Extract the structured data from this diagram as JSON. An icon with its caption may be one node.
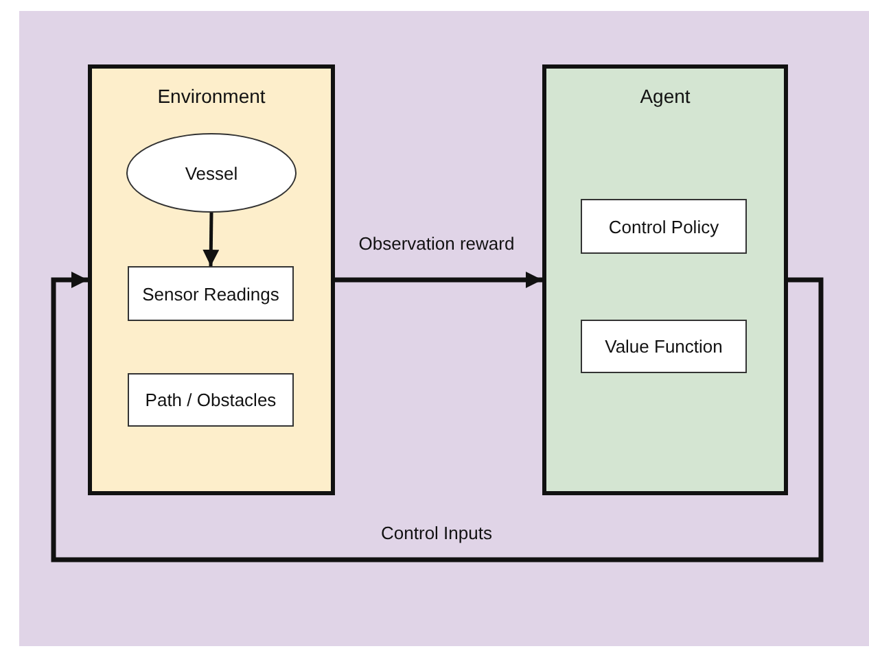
{
  "diagram": {
    "nodes": [
      {
        "text": [
          "Environment"
        ]
      },
      {
        "text": [
          "Vessel"
        ],
        "in": 0
      },
      {
        "text": [
          "Sensor Readings"
        ],
        "in": 0
      },
      {
        "text": [
          "Path / Obstacles"
        ],
        "in": 0
      },
      {
        "text": [
          "Agent"
        ]
      },
      {
        "text": [
          "Control Policy"
        ],
        "in": 4
      },
      {
        "text": [
          "Value Function"
        ],
        "in": 4
      }
    ],
    "edges": [
      {
        "from": 1,
        "to": 2,
        "arrow": "to"
      },
      {
        "from": 0,
        "to": 4,
        "arrow": "to",
        "label": "Observation reward"
      },
      {
        "from": 4,
        "to": 0,
        "arrow": "to",
        "label": "Control Inputs"
      }
    ]
  }
}
